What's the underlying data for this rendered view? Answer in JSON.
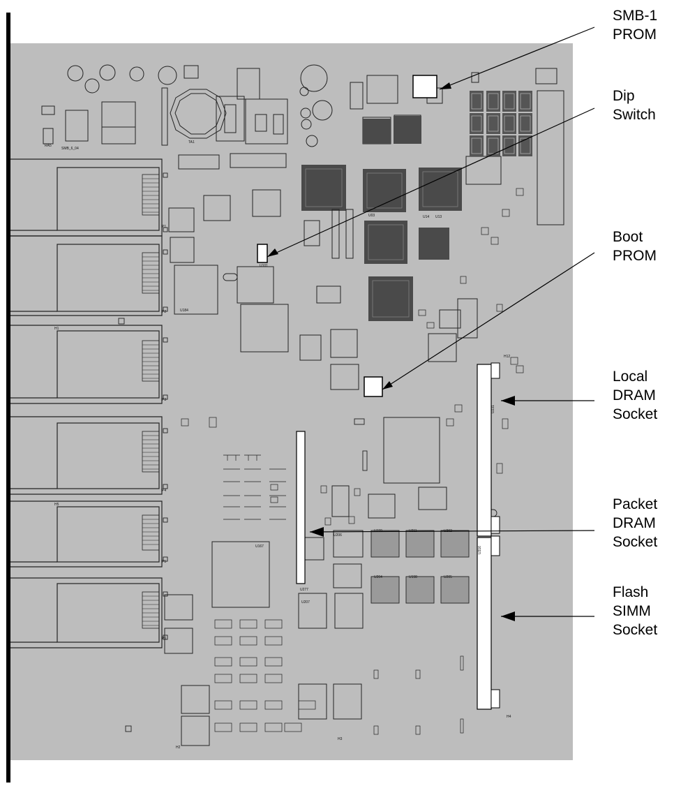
{
  "callouts": [
    {
      "id": "smb-prom",
      "lines": [
        "SMB-1",
        "PROM"
      ]
    },
    {
      "id": "dip-switch",
      "lines": [
        "Dip",
        "Switch"
      ]
    },
    {
      "id": "boot-prom",
      "lines": [
        "Boot",
        "PROM"
      ]
    },
    {
      "id": "local-dram",
      "lines": [
        "Local",
        "DRAM",
        "Socket"
      ]
    },
    {
      "id": "packet-dram",
      "lines": [
        "Packet",
        "DRAM",
        "Socket"
      ]
    },
    {
      "id": "flash-simm",
      "lines": [
        "Flash",
        "SIMM",
        "Socket"
      ]
    }
  ],
  "board_labels": {
    "ta1": "TA1",
    "u316": "U316",
    "u231": "U231",
    "u101": "U101",
    "u184": "U184",
    "u206": "U206",
    "u277": "U277",
    "u198": "U198",
    "u205": "U205",
    "u204": "U204",
    "u211": "U211",
    "u202": "U202",
    "u199": "U199",
    "u207": "U207",
    "u167": "U167",
    "u03": "U03",
    "u14": "U14",
    "u13": "U13",
    "ra5": "RA5",
    "p1": "P1",
    "p2": "P2",
    "p3": "P3",
    "p4": "P4",
    "p5": "P5",
    "p6": "P6",
    "smb": "SMB_6_04",
    "h1": "H1",
    "h2": "H2",
    "h3": "H3",
    "h4": "H4",
    "h5": "H5",
    "h12": "H12"
  }
}
